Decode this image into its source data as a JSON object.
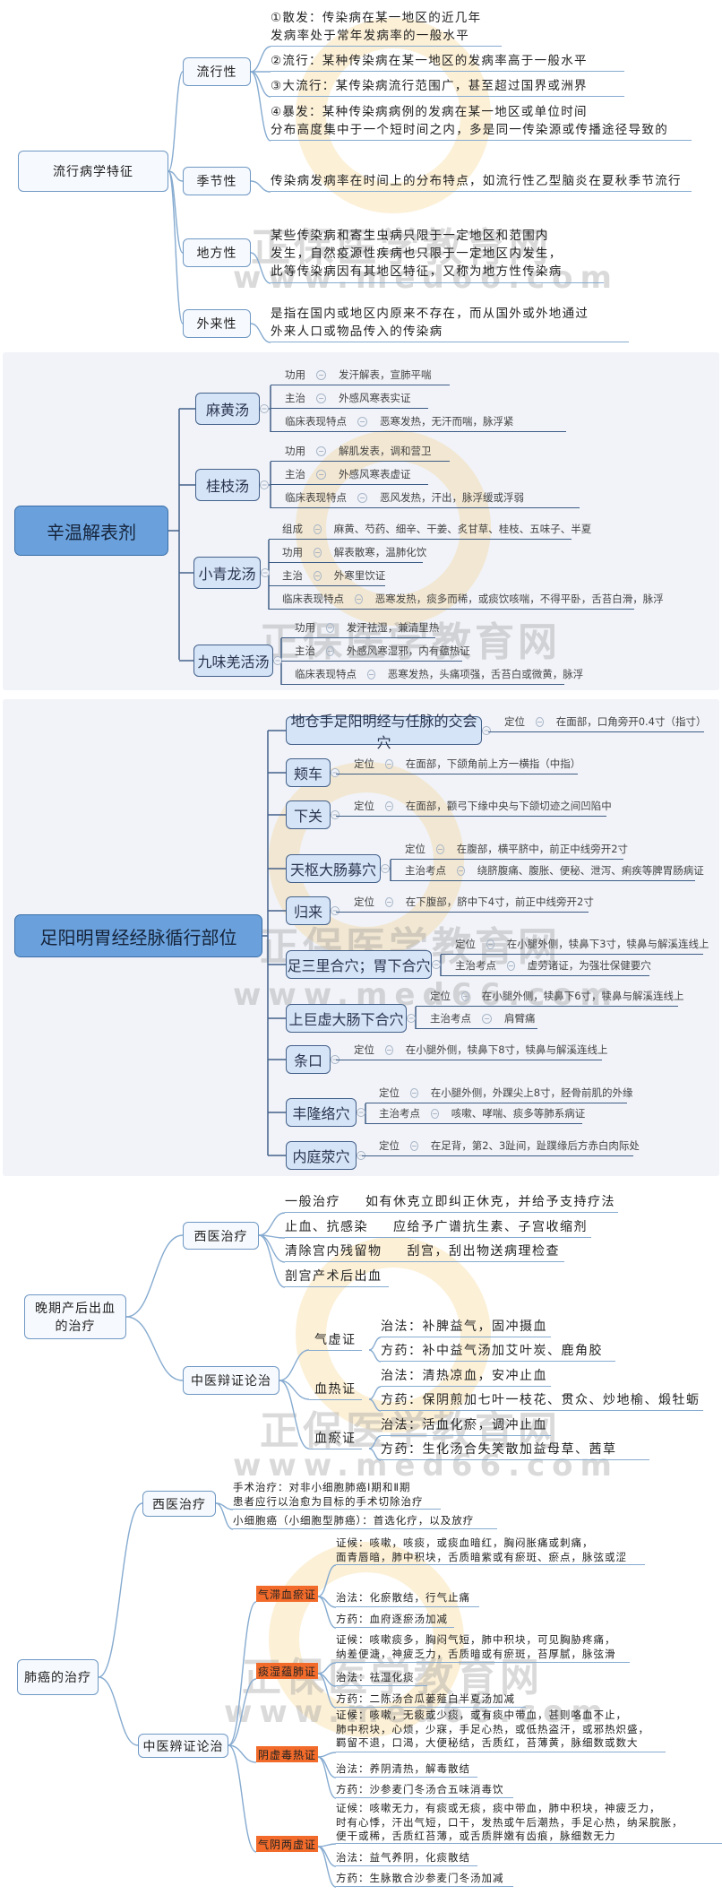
{
  "watermark": {
    "cn": "正保医学教育网",
    "url": "www.med66.com"
  },
  "sec1": {
    "root": "流行病学特征",
    "branches": [
      {
        "label": "流行性",
        "items": [
          "①散发：传染病在某一地区的近几年\n发病率处于常年发病率的一般水平",
          "②流行：某种传染病在某一地区的发病率高于一般水平",
          "③大流行：某传染病流行范围广，甚至超过国界或洲界",
          "④暴发：某种传染病病例的发病在某一地区或单位时间\n分布高度集中于一个短时间之内，多是同一传染源或传播途径导致的"
        ]
      },
      {
        "label": "季节性",
        "items": [
          "传染病发病率在时间上的分布特点，如流行性乙型脑炎在夏秋季节流行"
        ]
      },
      {
        "label": "地方性",
        "items": [
          "某些传染病和寄生虫病只限于一定地区和范围内\n发生，自然疫源性疾病也只限于一定地区内发生，\n此等传染病因有其地区特征，又称为地方性传染病"
        ]
      },
      {
        "label": "外来性",
        "items": [
          "是指在国内或地区内原来不存在，而从国外或外地通过\n外来人口或物品传入的传染病"
        ]
      }
    ]
  },
  "sec2": {
    "root": "辛温解表剂",
    "formulas": [
      {
        "name": "麻黄汤",
        "rows": [
          {
            "label": "功用",
            "value": "发汗解表，宣肺平喘"
          },
          {
            "label": "主治",
            "value": "外感风寒表实证"
          },
          {
            "label": "临床表现特点",
            "value": "恶寒发热，无汗而喘，脉浮紧"
          }
        ]
      },
      {
        "name": "桂枝汤",
        "rows": [
          {
            "label": "功用",
            "value": "解肌发表，调和营卫"
          },
          {
            "label": "主治",
            "value": "外感风寒表虚证"
          },
          {
            "label": "临床表现特点",
            "value": "恶风发热，汗出，脉浮缓或浮弱"
          }
        ]
      },
      {
        "name": "小青龙汤",
        "rows": [
          {
            "label": "组成",
            "value": "麻黄、芍药、细辛、干姜、炙甘草、桂枝、五味子、半夏"
          },
          {
            "label": "功用",
            "value": "解表散寒，温肺化饮"
          },
          {
            "label": "主治",
            "value": "外寒里饮证"
          },
          {
            "label": "临床表现特点",
            "value": "恶寒发热，痰多而稀，或痰饮咳喘，不得平卧，舌苔白滑，脉浮"
          }
        ]
      },
      {
        "name": "九味羌活汤",
        "rows": [
          {
            "label": "功用",
            "value": "发汗祛湿，兼清里热"
          },
          {
            "label": "主治",
            "value": "外感风寒湿邪，内有蕴热证"
          },
          {
            "label": "临床表现特点",
            "value": "恶寒发热，头痛项强，舌苔白或微黄，脉浮"
          }
        ]
      }
    ]
  },
  "sec3": {
    "root": "足阳明胃经经脉循行部位",
    "points": [
      {
        "name": "地仓手足阳明经与任脉的交会穴",
        "rows": [
          {
            "label": "定位",
            "value": "在面部，口角旁开0.4寸（指寸）"
          }
        ]
      },
      {
        "name": "颊车",
        "rows": [
          {
            "label": "定位",
            "value": "在面部，下颌角前上方一横指（中指）"
          }
        ]
      },
      {
        "name": "下关",
        "rows": [
          {
            "label": "定位",
            "value": "在面部，颧弓下缘中央与下颌切迹之间凹陷中"
          }
        ]
      },
      {
        "name": "天枢大肠募穴",
        "rows": [
          {
            "label": "定位",
            "value": "在腹部，横平脐中，前正中线旁开2寸"
          },
          {
            "label": "主治考点",
            "value": "绕脐腹痛、腹胀、便秘、泄泻、痢疾等脾胃肠病证"
          }
        ]
      },
      {
        "name": "归来",
        "rows": [
          {
            "label": "定位",
            "value": "在下腹部，脐中下4寸，前正中线旁开2寸"
          }
        ]
      },
      {
        "name": "足三里合穴；胃下合穴",
        "rows": [
          {
            "label": "定位",
            "value": "在小腿外侧，犊鼻下3寸，犊鼻与解溪连线上"
          },
          {
            "label": "主治考点",
            "value": "虚劳诸证，为强壮保健要穴"
          }
        ]
      },
      {
        "name": "上巨虚大肠下合穴",
        "rows": [
          {
            "label": "定位",
            "value": "在小腿外侧，犊鼻下6寸，犊鼻与解溪连线上"
          },
          {
            "label": "主治考点",
            "value": "肩臂痛"
          }
        ]
      },
      {
        "name": "条口",
        "rows": [
          {
            "label": "定位",
            "value": "在小腿外侧，犊鼻下8寸，犊鼻与解溪连线上"
          }
        ]
      },
      {
        "name": "丰隆络穴",
        "rows": [
          {
            "label": "定位",
            "value": "在小腿外侧，外踝尖上8寸，胫骨前肌的外缘"
          },
          {
            "label": "主治考点",
            "value": "咳嗽、哮喘、痰多等肺系病证"
          }
        ]
      },
      {
        "name": "内庭荥穴",
        "rows": [
          {
            "label": "定位",
            "value": "在足背，第2、3趾间，趾蹼缘后方赤白肉际处"
          }
        ]
      }
    ]
  },
  "sec4": {
    "root": "晚期产后出血\n的治疗",
    "western": {
      "label": "西医治疗",
      "items": [
        {
          "label": "一般治疗",
          "value": "如有休克立即纠正休克，并给予支持疗法"
        },
        {
          "label": "止血、抗感染",
          "value": "应给予广谱抗生素、子宫收缩剂"
        },
        {
          "label": "清除宫内残留物",
          "value": "刮宫，刮出物送病理检查"
        },
        {
          "label": "剖宫产术后出血",
          "value": ""
        }
      ]
    },
    "tcm": {
      "label": "中医辩证论治",
      "syndromes": [
        {
          "name": "气虚证",
          "rows": [
            "治法：补脾益气，固冲摄血",
            "方药：补中益气汤加艾叶炭、鹿角胶"
          ]
        },
        {
          "name": "血热证",
          "rows": [
            "治法：清热凉血，安冲止血",
            "方药：保阴煎加七叶一枝花、贯众、炒地榆、煅牡蛎"
          ]
        },
        {
          "name": "血瘀证",
          "rows": [
            "治法：活血化瘀，调冲止血",
            "方药：生化汤合失笑散加益母草、茜草"
          ]
        }
      ]
    }
  },
  "sec5": {
    "root": "肺癌的治疗",
    "western": {
      "label": "西医治疗",
      "items": [
        "手术治疗：对非小细胞肺癌Ⅰ期和Ⅱ期\n患者应行以治愈为目标的手术切除治疗",
        "小细胞癌（小细胞型肺癌）：首选化疗，以及放疗"
      ]
    },
    "tcm": {
      "label": "中医辨证论治",
      "syndromes": [
        {
          "name": "气滞血瘀证",
          "rows": [
            "证候：咳嗽，咳痰，或痰血暗红，胸闷胀痛或刺痛，\n面青唇暗，肺中积块，舌质暗紫或有瘀斑、瘀点，脉弦或涩",
            "治法：化瘀散结，行气止痛",
            "方药：血府逐瘀汤加减"
          ]
        },
        {
          "name": "痰湿蕴肺证",
          "rows": [
            "证候：咳嗽痰多，胸闷气短，肺中积块，可见胸胁疼痛，\n纳差便溏，神疲乏力，舌质暗或有瘀斑，苔厚腻，脉弦滑",
            "治法：祛湿化痰",
            "方药：二陈汤合瓜蒌薤白半夏汤加减"
          ]
        },
        {
          "name": "阴虚毒热证",
          "rows": [
            "证候：咳嗽，无痰或少痰，或有痰中带血，甚则咯血不止，\n肺中积块，心烦，少寐，手足心热，或低热盗汗，或邪热炽盛，\n羁留不退，口渴，大便秘结，舌质红，苔薄黄，脉细数或数大",
            "治法：养阴清热，解毒散结",
            "方药：沙参麦门冬汤合五味消毒饮"
          ]
        },
        {
          "name": "气阴两虚证",
          "rows": [
            "证候：咳嗽无力，有痰或无痰，痰中带血，肺中积块，神疲乏力，\n时有心悸，汗出气短，口干，发热或午后潮热，手足心热，纳呆脘胀，\n便干或稀，舌质红苔薄，或舌质胖嫩有齿痕，脉细数无力",
            "治法：益气养阴，化痰散结",
            "方药：生脉散合沙参麦门冬汤加减"
          ]
        }
      ]
    }
  }
}
